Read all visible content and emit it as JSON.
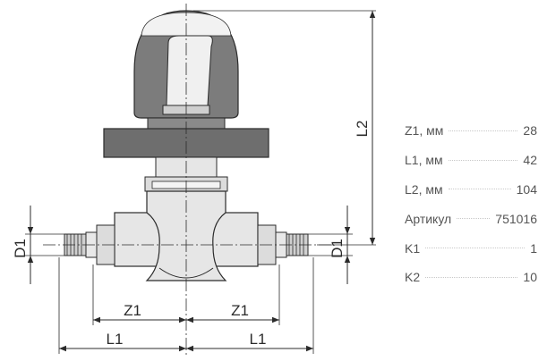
{
  "drawing": {
    "dimensions": {
      "d1_left": "D1",
      "d1_right": "D1",
      "z1_left": "Z1",
      "z1_right": "Z1",
      "l1_left": "L1",
      "l1_right": "L1",
      "l2": "L2"
    },
    "colors": {
      "line": "#2b2b2b",
      "body_fill": "#e6e6e6",
      "cap_fill": "#7c7c7c",
      "cap_top": "#f2f2f2",
      "flange_fill": "#6e6e6e"
    }
  },
  "specs": [
    {
      "label": "Z1, мм",
      "value": "28"
    },
    {
      "label": "L1, мм",
      "value": "42"
    },
    {
      "label": "L2, мм",
      "value": "104"
    },
    {
      "label": "Артикул",
      "value": "751016"
    },
    {
      "label": "K1",
      "value": "1"
    },
    {
      "label": "K2",
      "value": "10"
    }
  ]
}
